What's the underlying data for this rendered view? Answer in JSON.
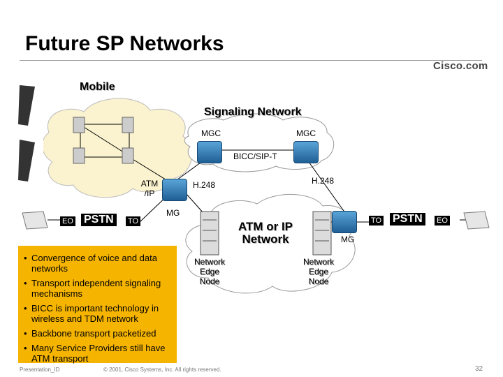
{
  "slide": {
    "title": "Future SP Networks",
    "logo": "Cisco.com",
    "page_number": "32",
    "presentation_id": "Presentation_ID",
    "copyright": "© 2001, Cisco Systems, Inc. All rights reserved."
  },
  "diagram": {
    "mobile": "Mobile",
    "signaling_network": "Signaling Network",
    "mgc_left": "MGC",
    "mgc_right": "MGC",
    "bicc": "BICC/SIP-T",
    "atm_ip": "ATM\n/IP",
    "h248_left": "H.248",
    "h248_right": "H.248",
    "mg_left": "MG",
    "mg_right": "MG",
    "eo_left": "EO",
    "pstn_left": "PSTN",
    "to_left": "TO",
    "to_right": "TO",
    "pstn_right": "PSTN",
    "eo_right": "EO",
    "core_network": "ATM or IP\nNetwork",
    "edge_left": "Network\nEdge\nNode",
    "edge_right": "Network\nEdge\nNode"
  },
  "bullets": [
    "Convergence of voice and data networks",
    "Transport independent signaling mechanisms",
    "BICC is important technology in wireless and TDM network",
    "Backbone transport packetized",
    "Many Service Providers still have ATM transport"
  ],
  "colors": {
    "bullet_box": "#f5b400",
    "cloud_mobile": "#fbf3cf",
    "cloud": "#ffffff",
    "cloud_outline": "#999999",
    "switch": "#2c73b0"
  }
}
